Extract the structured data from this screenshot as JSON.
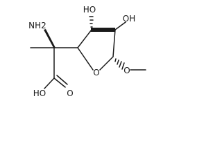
{
  "molecule": {
    "atom_labels": {
      "amine": "NH2",
      "hydroxyl_upper_left": "HO",
      "hydroxyl_upper_right": "OH",
      "carboxyl_hydroxyl": "HO",
      "carbonyl_oxygen": "O",
      "ring_oxygen": "O",
      "methoxy_oxygen": "O"
    }
  }
}
